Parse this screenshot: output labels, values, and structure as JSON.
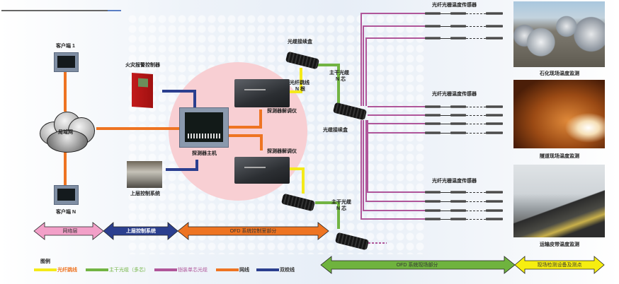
{
  "diagram": {
    "nodes": {
      "client_1": "客户端 1",
      "client_n": "客户端 N",
      "lan_cloud": "局域网",
      "fire_alarm_controller": "火灾报警控制器",
      "upper_control_system": "上层控制系统",
      "detector_host": "探测器主机",
      "demodulator_1": "探测器解调仪",
      "demodulator_2": "探测器解调仪",
      "splice_box_top": "光缆接续盒",
      "splice_box_mid": "光缆接续盒",
      "fiber_jumper": "光纤跳线",
      "fiber_jumper_count": "N 根",
      "trunk_cable_1": "主干光缆",
      "trunk_cable_1_cores": "N 芯",
      "trunk_cable_2": "主干光缆",
      "trunk_cable_2_cores": "N 芯"
    },
    "sensor_groups": [
      {
        "title": "光纤光栅温度传感器",
        "lines": 3,
        "site_label": "石化现场温度监测"
      },
      {
        "title": "光纤光栅温度传感器",
        "lines": 4,
        "site_label": "隧道现场温度监测"
      },
      {
        "title": "光纤光栅温度传感器",
        "lines": 4,
        "site_label": "运输皮带温度监测"
      }
    ],
    "zones": [
      {
        "label": "网络层",
        "color": "#f2a0c8"
      },
      {
        "label": "上层控制系统",
        "color": "#2b3f8f"
      },
      {
        "label": "OFD 系统控制室部分",
        "color": "#ee7422"
      },
      {
        "label": "OFD 系统现场部分",
        "color": "#6fb33e"
      },
      {
        "label": "现场检测设备及测点",
        "color": "#f6ee10"
      }
    ],
    "legend": {
      "title": "图例",
      "items": [
        {
          "label": "光纤跳线",
          "color": "#f4ea1a",
          "text_color": "#ee7422"
        },
        {
          "label": "主干光缆（多芯）",
          "color": "#72b443",
          "text_color": "#72b443"
        },
        {
          "label": "铠装单芯光缆",
          "color": "#b0569a",
          "text_color": "#b0569a"
        },
        {
          "label": "网线",
          "color": "#ee7422",
          "text_color": "#333333"
        },
        {
          "label": "双绞线",
          "color": "#2b3f8f",
          "text_color": "#333333"
        }
      ]
    },
    "colors": {
      "network_cable": "#ee7422",
      "twisted_pair": "#2b3f8f",
      "fiber_jumper": "#f4ea1a",
      "trunk_cable": "#72b443",
      "armored_cable": "#b0569a",
      "control_zone_circle": "#f8cfd3"
    }
  }
}
